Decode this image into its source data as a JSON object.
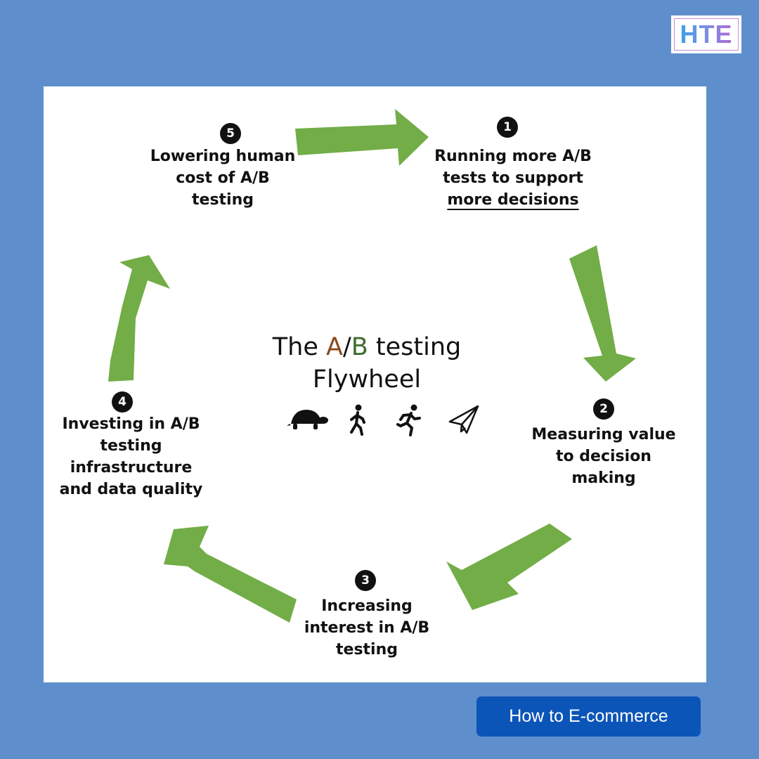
{
  "brand": {
    "logo_text": "HTE",
    "cta_label": "How to E-commerce"
  },
  "colors": {
    "background": "#5e8fcc",
    "arrow_green": "#72ad47",
    "cta_blue": "#0c55b8"
  },
  "diagram": {
    "title_parts": [
      "The ",
      "A",
      "/",
      "B",
      " testing"
    ],
    "title_line2": "Flywheel",
    "speed_icons": [
      "turtle-icon",
      "walking-person-icon",
      "running-person-icon",
      "paper-plane-icon"
    ],
    "steps": [
      {
        "number": "1",
        "lines": [
          "Running more A/B",
          "tests to support",
          "more decisions"
        ]
      },
      {
        "number": "2",
        "lines": [
          "Measuring value",
          "to decision",
          "making"
        ]
      },
      {
        "number": "3",
        "lines": [
          "Increasing",
          "interest in A/B",
          "testing"
        ]
      },
      {
        "number": "4",
        "lines": [
          "Investing in A/B",
          "testing",
          "infrastructure",
          "and data quality"
        ]
      },
      {
        "number": "5",
        "lines": [
          "Lowering human",
          "cost of A/B",
          "testing"
        ]
      }
    ]
  }
}
